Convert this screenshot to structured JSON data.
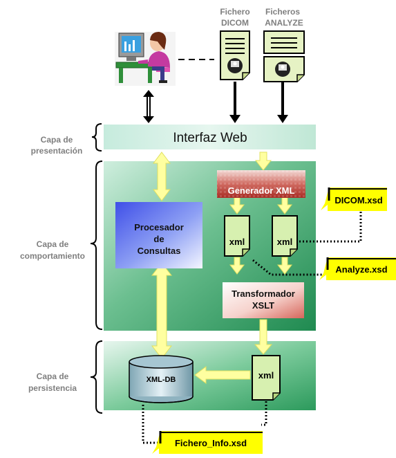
{
  "file_labels": {
    "dicom_line1": "Fichero",
    "dicom_line2": "DICOM",
    "analyze_line1": "Ficheros",
    "analyze_line2": "ANALYZE"
  },
  "layers": {
    "presentation_line1": "Capa de",
    "presentation_line2": "presentación",
    "behavior_line1": "Capa de",
    "behavior_line2": "comportamiento",
    "persistence_line1": "Capa de",
    "persistence_line2": "persistencia"
  },
  "web_interface": "Interfaz Web",
  "xml_generator": "Generador XML",
  "query_processor": {
    "line1": "Procesador",
    "line2": "de",
    "line3": "Consultas"
  },
  "xml_doc": "xml",
  "xslt": {
    "line1": "Transformador",
    "line2": "XSLT"
  },
  "database": "XML-DB",
  "schemas": {
    "dicom": "DICOM.xsd",
    "analyze": "Analyze.xsd",
    "info": "Fichero_Info.xsd"
  },
  "colors": {
    "layer_green": "#2e9a60",
    "light_green": "#dff3ea",
    "note_yellow": "#ffff00",
    "arrow_yellow": "#ffffa0",
    "label_gray": "#7f7f7f",
    "processor_blue": "#4a5ff0",
    "generator_red": "#c0342c"
  }
}
